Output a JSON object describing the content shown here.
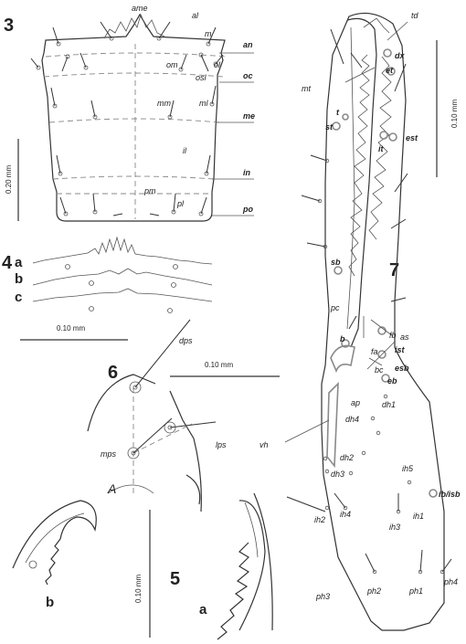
{
  "figures": {
    "fig3": {
      "number": "3",
      "setae_labels": [
        "ame",
        "al",
        "m",
        "om",
        "osl",
        "ol",
        "mm",
        "ml",
        "il",
        "pm",
        "pl"
      ],
      "region_labels": [
        "an",
        "oc",
        "me",
        "in",
        "po"
      ],
      "scale": "0.20 mm"
    },
    "fig4": {
      "number": "4",
      "subfigures": [
        "a",
        "b",
        "c"
      ],
      "scale": "0.10 mm"
    },
    "fig5": {
      "number": "5",
      "subfigures": [
        "b",
        "a"
      ],
      "scale": "0.10 mm"
    },
    "fig6": {
      "number": "6",
      "setae_labels": [
        "dps",
        "lps",
        "mps"
      ],
      "angle_label": "A",
      "scale": "0.10 mm"
    },
    "fig7": {
      "number": "7",
      "scale": "0.10 mm",
      "fixed_finger_labels": [
        "td",
        "dx",
        "et",
        "mt",
        "t",
        "st",
        "it",
        "est",
        "sb",
        "b",
        "pc",
        "as",
        "fb",
        "fa",
        "ist",
        "bc",
        "esb",
        "eb",
        "ap",
        "dh1",
        "dh4",
        "vh",
        "dh2",
        "dh3",
        "ih5",
        "ib/isb",
        "ih4",
        "ih2",
        "ih1",
        "ih3",
        "ph4",
        "ph2",
        "ph1",
        "ph3"
      ]
    }
  }
}
